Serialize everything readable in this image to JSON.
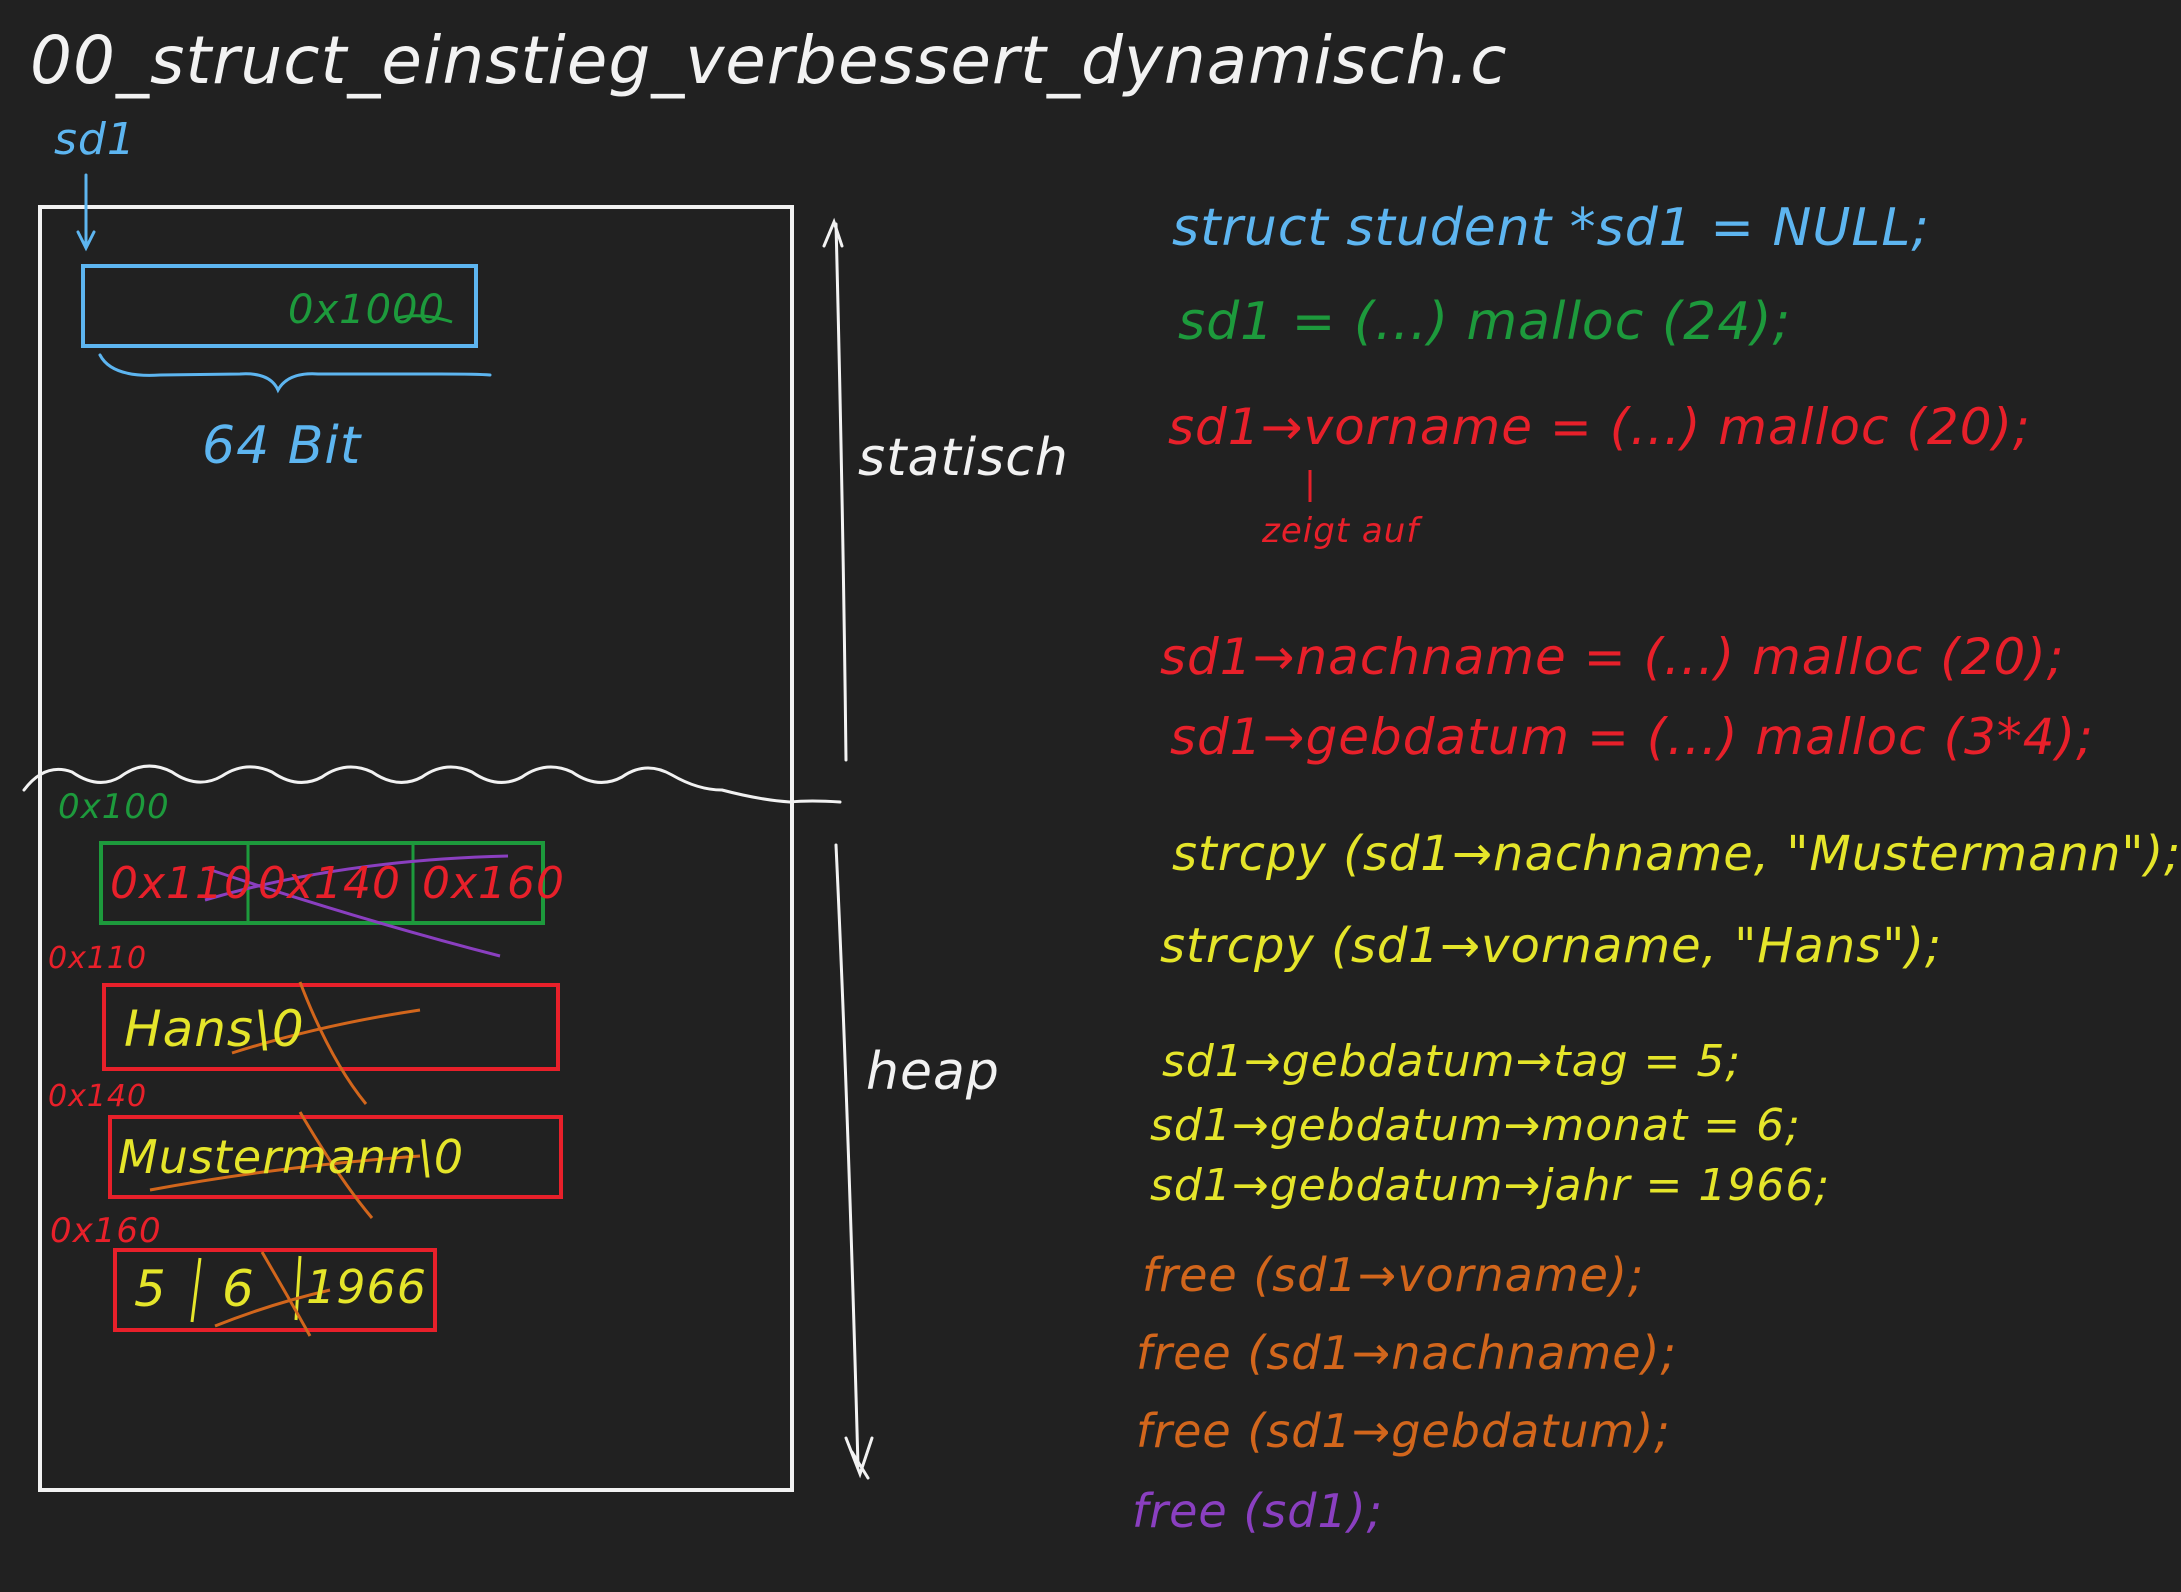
{
  "title": "00_struct_einstieg_verbessert_dynamisch.c",
  "colors": {
    "background": "#212121",
    "white": "#f2f2f2",
    "blue": "#5db5f0",
    "green": "#1d9a3c",
    "red": "#e8202a",
    "yellow": "#e5e52a",
    "orange": "#d2661c",
    "purple": "#8a3fc0"
  },
  "pointer_label": "sd1",
  "static_section": {
    "pointer_box_value": "0x1000",
    "size_label": "64 Bit",
    "side_label": "statisch"
  },
  "heap_section": {
    "side_label": "heap",
    "struct_block": {
      "address": "0x100",
      "cells": [
        "0x110",
        "0x140",
        "0x160"
      ]
    },
    "vorname_block": {
      "address": "0x110",
      "content": "Hans\\0"
    },
    "nachname_block": {
      "address": "0x140",
      "content": "Mustermann\\0"
    },
    "gebdatum_block": {
      "address": "0x160",
      "cells": [
        "5",
        "6",
        "1966"
      ]
    }
  },
  "code_lines": [
    {
      "text": "struct student *sd1 = NULL;",
      "color": "blue"
    },
    {
      "text": "sd1 = (...) malloc (24);",
      "color": "green"
    },
    {
      "text": "sd1→vorname = (...) malloc (20);",
      "color": "red"
    },
    {
      "text": "zeigt auf",
      "color": "red"
    },
    {
      "text": "sd1→nachname = (...) malloc (20);",
      "color": "red"
    },
    {
      "text": "sd1→gebdatum = (...) malloc (3*4);",
      "color": "red"
    },
    {
      "text": "strcpy (sd1→nachname, \"Mustermann\");",
      "color": "yellow"
    },
    {
      "text": "strcpy (sd1→vorname, \"Hans\");",
      "color": "yellow"
    },
    {
      "text": "sd1→gebdatum→tag = 5;",
      "color": "yellow"
    },
    {
      "text": "sd1→gebdatum→monat = 6;",
      "color": "yellow"
    },
    {
      "text": "sd1→gebdatum→jahr = 1966;",
      "color": "yellow"
    },
    {
      "text": "free (sd1→vorname);",
      "color": "orange"
    },
    {
      "text": "free (sd1→nachname);",
      "color": "orange"
    },
    {
      "text": "free (sd1→gebdatum);",
      "color": "orange"
    },
    {
      "text": "free (sd1);",
      "color": "purple"
    }
  ]
}
